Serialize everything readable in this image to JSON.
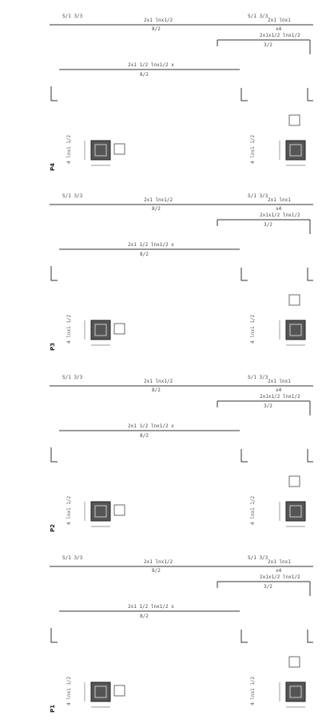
{
  "panels": [
    {
      "id": "P4",
      "label": "P4",
      "tag_left": "S/1 3/3",
      "tag_right": "S/1 3/3",
      "top_bar_text": "2x1 lnx1/2",
      "top_bar_sub": "8/2",
      "short_bar_text": "2x1 lnx1",
      "short_bar_sub": "x4",
      "right_bar_text": "2x1x1/2 lnx1/2",
      "right_bar_sub": "3/2",
      "mid_bar_text": "2x1 1/2 lnx1/2 x",
      "mid_bar_sub": "8/2",
      "left_note": "4 lnx1 1/2",
      "right_note": "4 lnx1 1/2"
    },
    {
      "id": "P3",
      "label": "P3",
      "tag_left": "S/1 3/3",
      "tag_right": "S/1 3/3",
      "top_bar_text": "2x1 lnx1/2",
      "top_bar_sub": "8/2",
      "short_bar_text": "2x1 lnx1",
      "short_bar_sub": "x4",
      "right_bar_text": "2x1x1/2 lnx1/2",
      "right_bar_sub": "3/2",
      "mid_bar_text": "2x1 1/2 lnx1/2 x",
      "mid_bar_sub": "8/2",
      "left_note": "4 lnx1 1/2",
      "right_note": "4 lnx1 1/2"
    },
    {
      "id": "P2",
      "label": "P2",
      "tag_left": "S/1 3/3",
      "tag_right": "S/1 3/3",
      "top_bar_text": "2x1 lnx1/2",
      "top_bar_sub": "8/2",
      "short_bar_text": "2x1 lnx1",
      "short_bar_sub": "x4",
      "right_bar_text": "2x1x1/2 lnx1/2",
      "right_bar_sub": "3/2",
      "mid_bar_text": "2x1 1/2 lnx1/2 x",
      "mid_bar_sub": "8/2",
      "left_note": "4 lnx1 1/2",
      "right_note": "4 lnx1 1/2"
    },
    {
      "id": "P1",
      "label": "P1",
      "tag_left": "S/1 3/3",
      "tag_right": "S/1 3/3",
      "top_bar_text": "2x1 lnx1/2",
      "top_bar_sub": "8/2",
      "short_bar_text": "2x1 lnx1",
      "short_bar_sub": "x4",
      "right_bar_text": "2x1x1/2 lnx1/2",
      "right_bar_sub": "3/2",
      "mid_bar_text": "2x1 1/2 lnx1/2 x",
      "mid_bar_sub": "8/2",
      "left_note": "4 lnx1 1/2",
      "right_note": "4 lnx1 1/2"
    }
  ]
}
